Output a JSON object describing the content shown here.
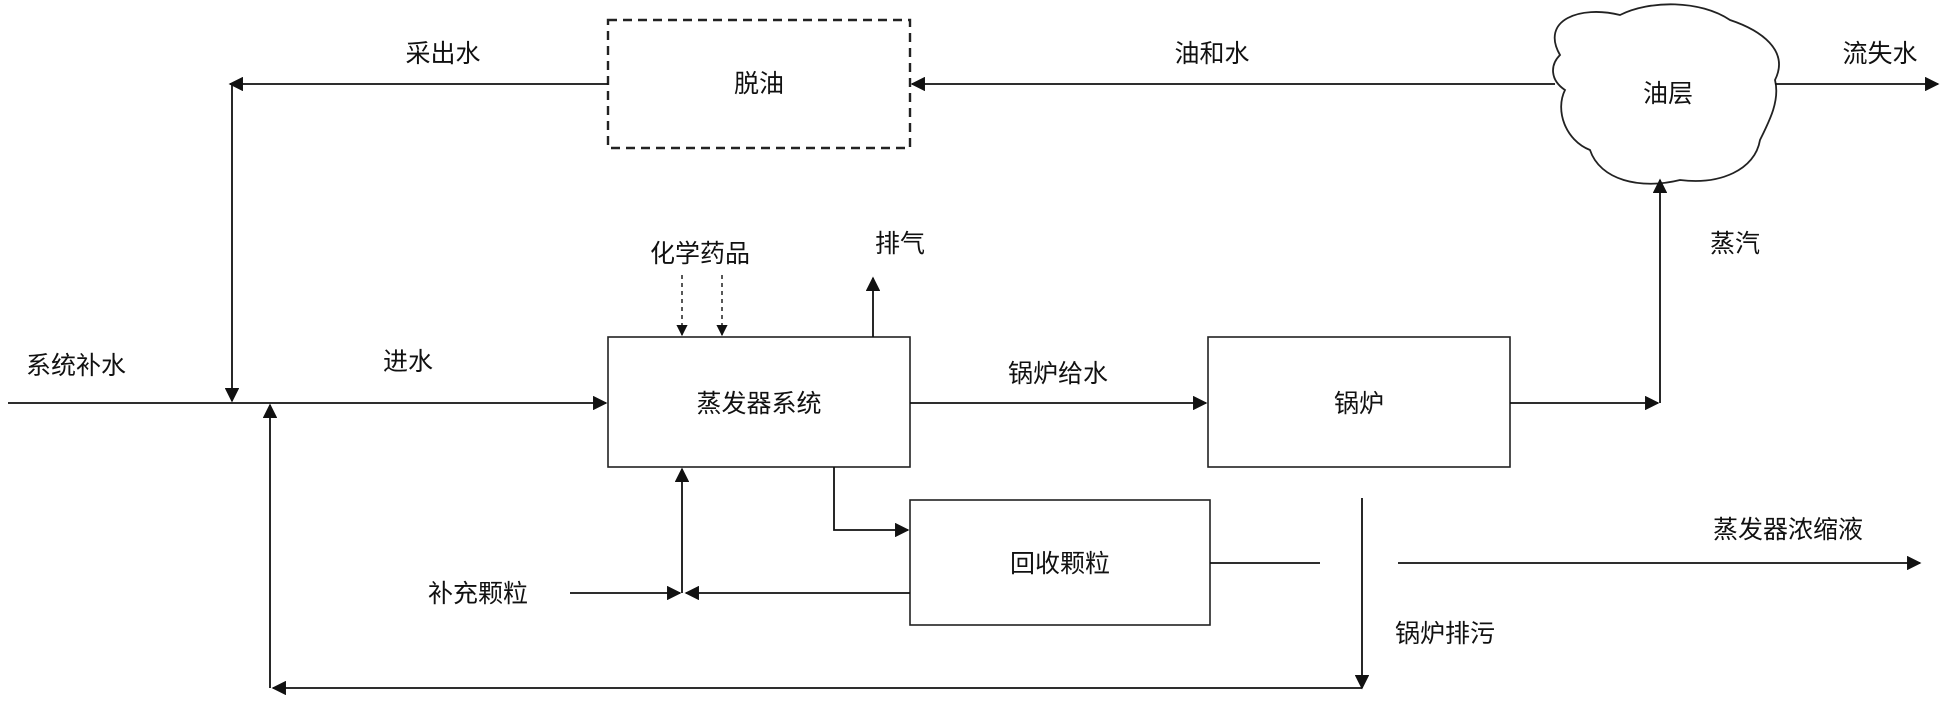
{
  "nodes": {
    "deoil": "脱油",
    "oil_layer": "油层",
    "evaporator": "蒸发器系统",
    "boiler": "锅炉",
    "recover": "回收颗粒"
  },
  "labels": {
    "produced_water": "采出水",
    "oil_and_water": "油和水",
    "lost_water": "流失水",
    "steam": "蒸汽",
    "chemicals": "化学药品",
    "vent": "排气",
    "makeup_water": "系统补水",
    "inlet_water": "进水",
    "boiler_feed": "锅炉给水",
    "concentrate": "蒸发器浓缩液",
    "add_particles": "补充颗粒",
    "blowdown": "锅炉排污"
  }
}
